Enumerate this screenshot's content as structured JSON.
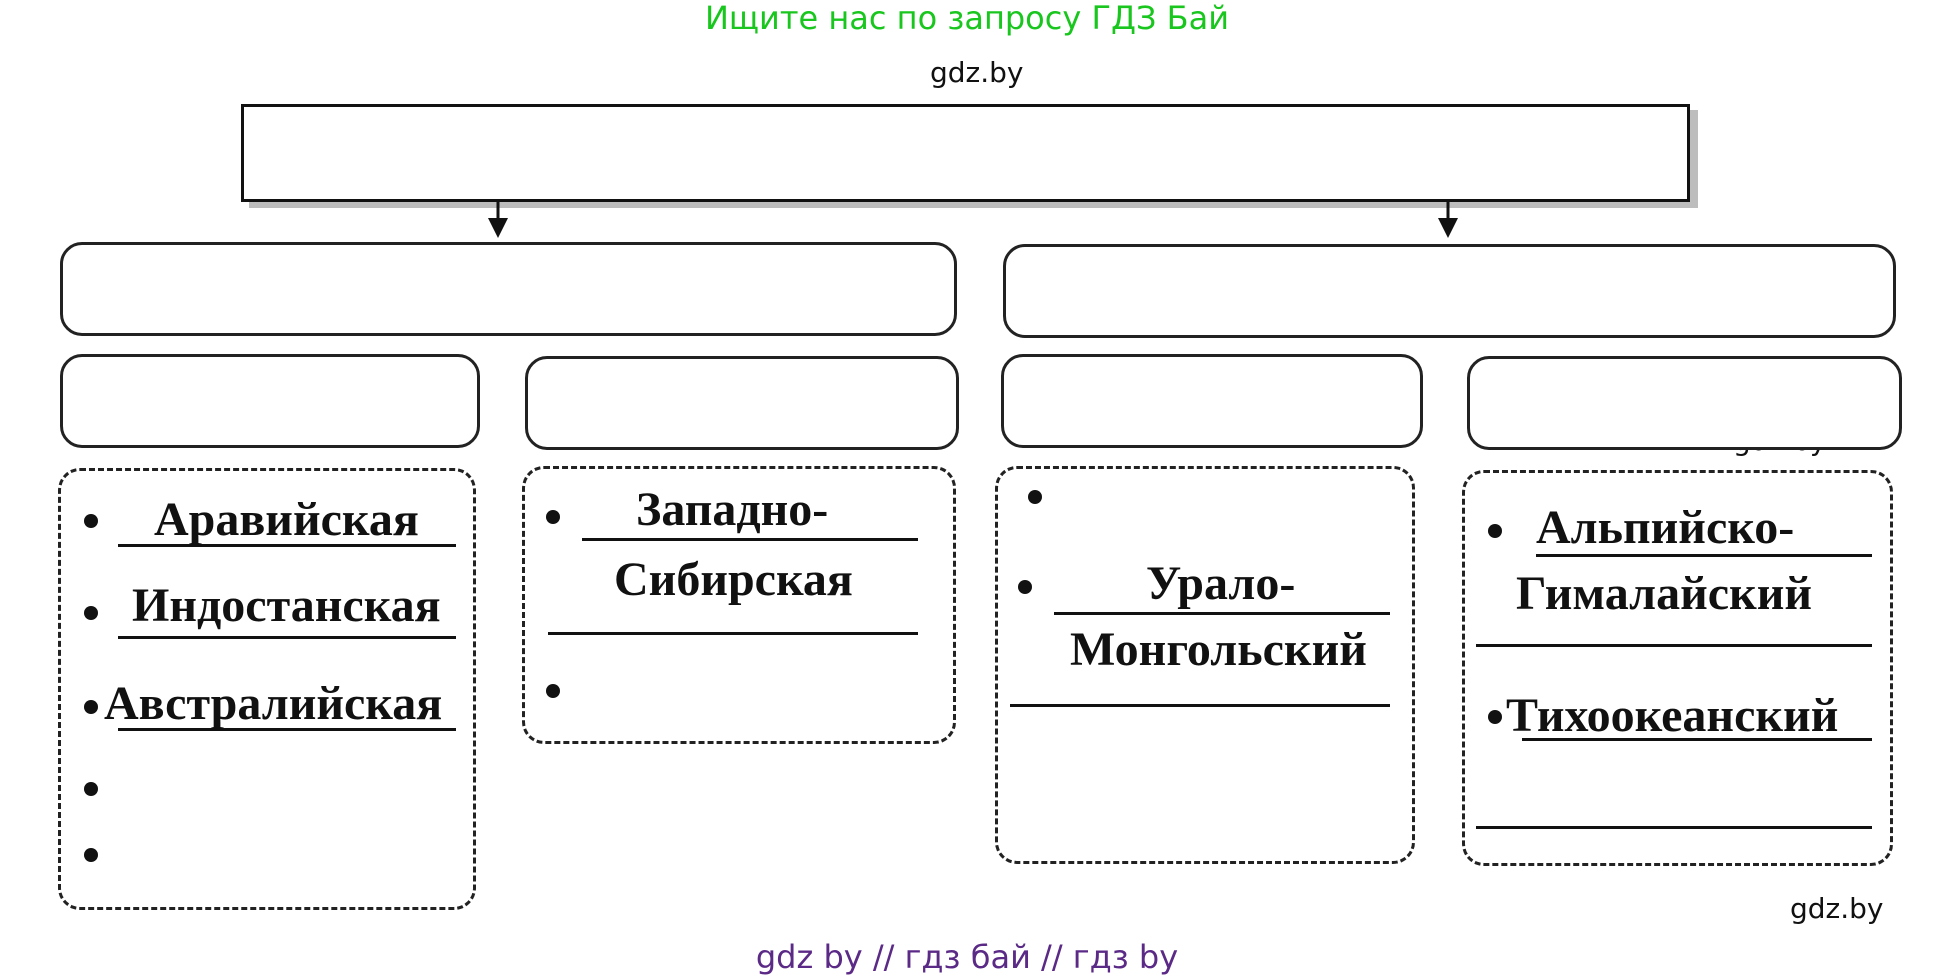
{
  "banner": {
    "text": "Ищите нас по запросу ГДЗ Бай"
  },
  "footer": {
    "text": "gdz by  //  гдз бай  //  гдз by"
  },
  "watermark": "gdz.by",
  "diagram": {
    "regions": [
      {
        "items": [
          "Аравийская",
          "Индостанская",
          "Австралийская"
        ]
      },
      {
        "items": [
          "Западно-",
          "Сибирская"
        ]
      },
      {
        "items": [
          "Урало-",
          "Монгольский"
        ]
      },
      {
        "items": [
          "Альпийско-",
          "Гималайский",
          "Тихоокеанский"
        ]
      }
    ]
  }
}
